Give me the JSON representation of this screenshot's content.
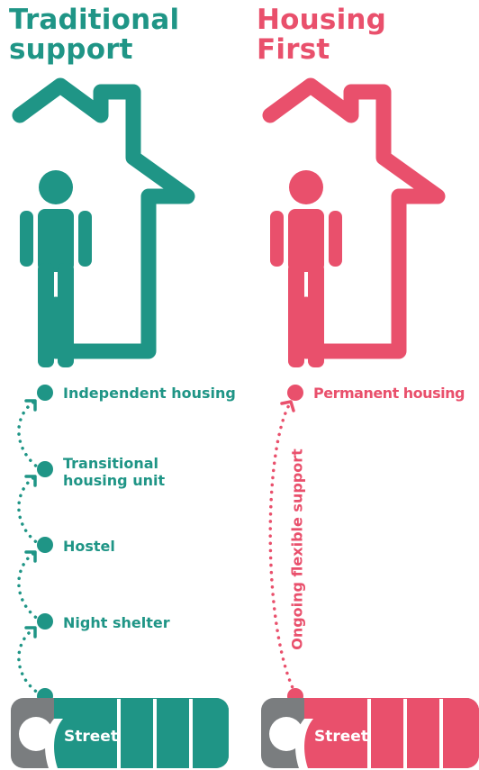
{
  "left": {
    "title_line1": "Traditional",
    "title_line2": "support",
    "color": "#1f9586",
    "steps": [
      {
        "label_line1": "Independent housing",
        "label_line2": ""
      },
      {
        "label_line1": "Transitional",
        "label_line2": "housing unit"
      },
      {
        "label_line1": "Hostel",
        "label_line2": ""
      },
      {
        "label_line1": "Night shelter",
        "label_line2": ""
      }
    ],
    "street_label": "Street"
  },
  "right": {
    "title_line1": "Housing",
    "title_line2": "First",
    "color": "#e9506c",
    "step_label": "Permanent housing",
    "arrow_label": "Ongoing flexible support",
    "street_label": "Street"
  },
  "street_gray": "#7a7d7f"
}
